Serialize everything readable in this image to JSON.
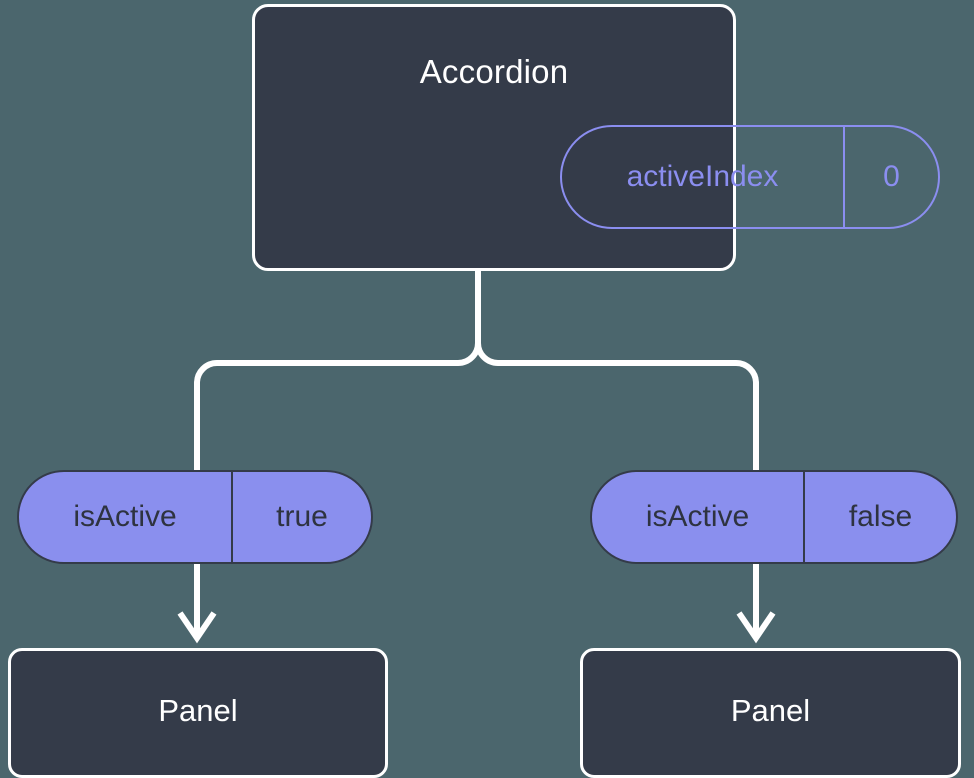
{
  "diagram": {
    "type": "component-tree",
    "background_color": "#4b666d",
    "node_fill": "#343b49",
    "node_stroke": "#ffffff",
    "accent_color": "#8a8fee",
    "root": {
      "title": "Accordion",
      "state": {
        "key": "activeIndex",
        "value": "0"
      }
    },
    "branches": [
      {
        "prop": {
          "key": "isActive",
          "value": "true"
        },
        "child": {
          "title": "Panel"
        }
      },
      {
        "prop": {
          "key": "isActive",
          "value": "false"
        },
        "child": {
          "title": "Panel"
        }
      }
    ]
  }
}
